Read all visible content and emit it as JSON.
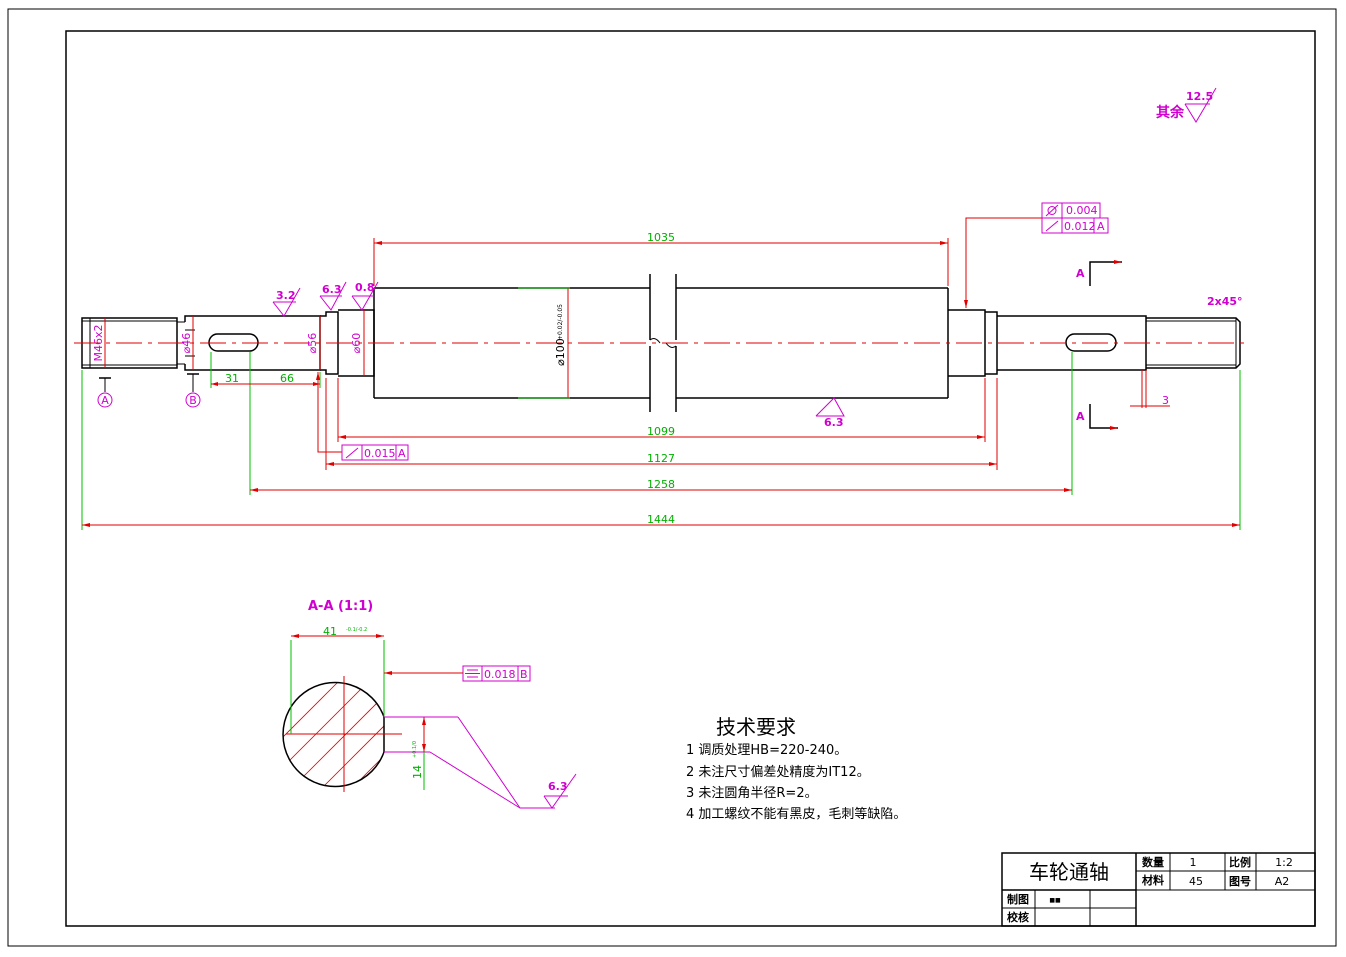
{
  "drawing": {
    "part_name": "车轮通轴",
    "section_title": "A-A (1:1)",
    "surface_default_label": "其余",
    "surface_default_value": "12.5",
    "section_marker": "A",
    "datum_a": "A",
    "datum_b": "B"
  },
  "dimensions": {
    "d1035": "1035",
    "d1099": "1099",
    "d1127": "1127",
    "d1258": "1258",
    "d1444": "1444",
    "d31": "31",
    "d66": "66",
    "d3": "3",
    "chamfer": "2x45°",
    "thread": "M46x2",
    "dia46": "⌀46",
    "dia56": "⌀56",
    "dia60": "⌀60",
    "dia100": "⌀100",
    "dia100_tol": "+0.02/-0.05",
    "key_width": "41",
    "key_width_tol": "-0.1/-0.2",
    "key_depth": "14",
    "key_depth_tol": "+0.1/0"
  },
  "roughness": {
    "r32": "3.2",
    "r63_left": "6.3",
    "r08": "0.8",
    "r63_mid": "6.3",
    "r63_section": "6.3"
  },
  "tolerances": {
    "cyl_value": "0.004",
    "runout_top_value": "0.012",
    "runout_top_datum": "A",
    "runout_left_value": "0.015",
    "runout_left_datum": "A",
    "sym_value": "0.018",
    "sym_datum": "B"
  },
  "tech_req": {
    "title": "技术要求",
    "items": [
      "1 调质处理HB=220-240。",
      "2 未注尺寸偏差处精度为IT12。",
      "3 未注圆角半径R=2。",
      "4 加工螺纹不能有黑皮，毛刺等缺陷。"
    ]
  },
  "title_block": {
    "name": "车轮通轴",
    "qty_label": "数量",
    "qty_value": "1",
    "scale_label": "比例",
    "scale_value": "1:2",
    "material_label": "材料",
    "material_value": "45",
    "drawing_no_label": "图号",
    "drawing_no_value": "A2",
    "drawn_label": "制图",
    "drawn_value": "■■",
    "checked_label": "校核"
  },
  "colors": {
    "outline": "#000000",
    "centerline": "#e00000",
    "dimension": "#e00000",
    "dimension_text": "#00b000",
    "annotation": "#d000d0"
  }
}
